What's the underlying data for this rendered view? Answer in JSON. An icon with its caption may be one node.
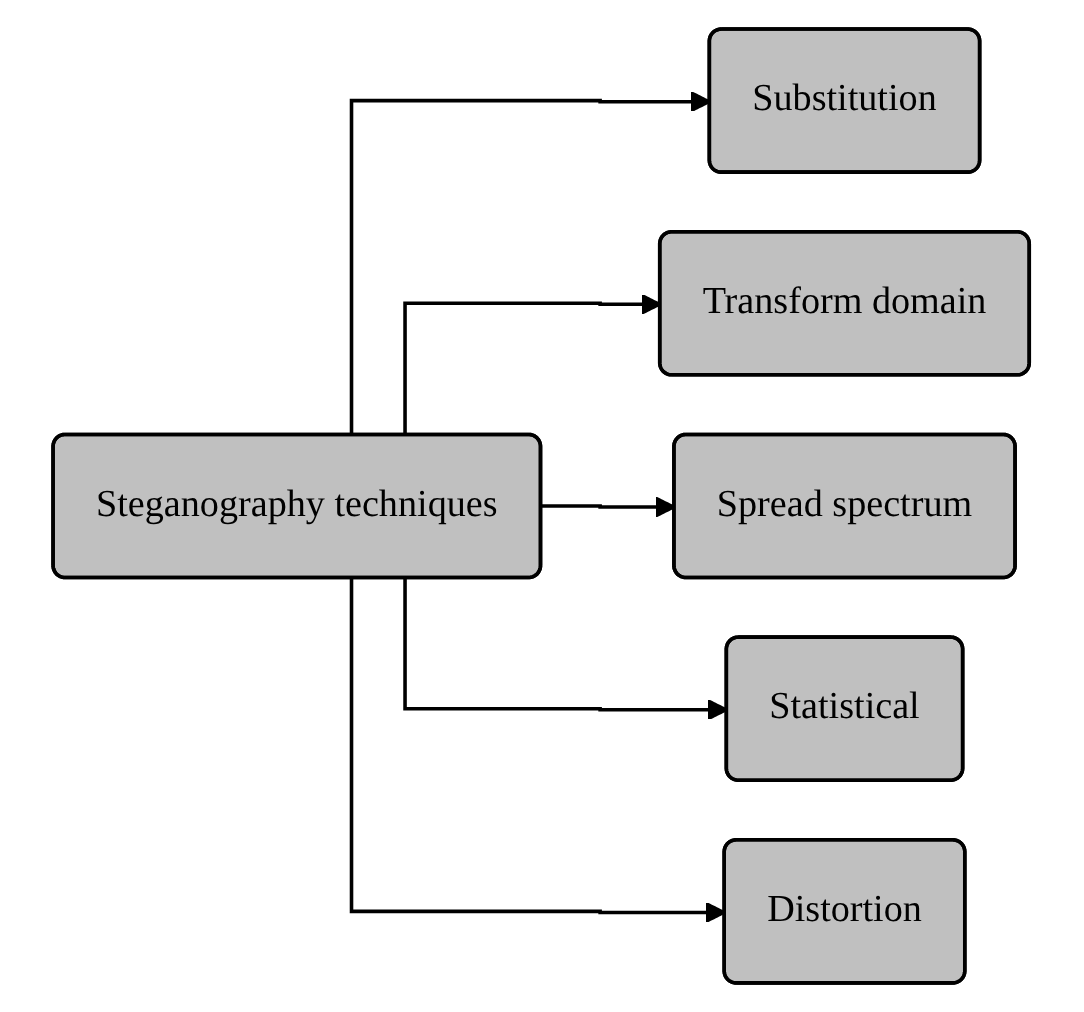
{
  "diagram": {
    "nodes": [
      {
        "text": [
          "Steganography techniques"
        ]
      },
      {
        "text": [
          "Substitution"
        ]
      },
      {
        "text": [
          "Transform domain"
        ]
      },
      {
        "text": [
          "Spread spectrum"
        ]
      },
      {
        "text": [
          "Statistical"
        ]
      },
      {
        "text": [
          "Distortion"
        ]
      }
    ],
    "edges": [
      {
        "from": 0,
        "to": 1,
        "arrow": "to"
      },
      {
        "from": 0,
        "to": 2,
        "arrow": "to"
      },
      {
        "from": 0,
        "to": 3,
        "arrow": "to"
      },
      {
        "from": 0,
        "to": 4,
        "arrow": "to"
      },
      {
        "from": 0,
        "to": 5,
        "arrow": "to"
      }
    ]
  }
}
